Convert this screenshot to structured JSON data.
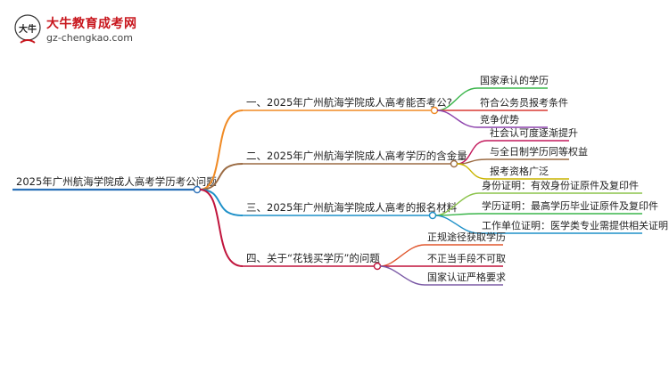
{
  "logo": {
    "glyph": "大牛",
    "title": "大牛教育成考网",
    "url": "gz-chengkao.com"
  },
  "mindmap": {
    "root": "2025年广州航海学院成人高考学历考公问题",
    "branches": [
      {
        "label": "一、2025年广州航海学院成人高考能否考公?",
        "color": "#f08a24",
        "children": [
          {
            "label": "国家承认的学历",
            "color": "#3ab54a"
          },
          {
            "label": "符合公务员报考条件",
            "color": "#d83a34"
          },
          {
            "label": "竞争优势",
            "color": "#8e44ad"
          }
        ]
      },
      {
        "label": "二、2025年广州航海学院成人高考学历的含金量",
        "color": "#9b6b43",
        "children": [
          {
            "label": "社会认可度逐渐提升",
            "color": "#c2185b"
          },
          {
            "label": "与全日制学历同等权益",
            "color": "#9b6b43"
          },
          {
            "label": "报考资格广泛",
            "color": "#c9b400"
          }
        ]
      },
      {
        "label": "三、2025年广州航海学院成人高考的报名材料",
        "color": "#1e90c8",
        "children": [
          {
            "label": "身份证明：有效身份证原件及复印件",
            "color": "#8bc34a"
          },
          {
            "label": "学历证明：最高学历毕业证原件及复印件",
            "color": "#3ab54a"
          },
          {
            "label": "工作单位证明：医学类专业需提供相关证明",
            "color": "#1e90c8"
          }
        ]
      },
      {
        "label": "四、关于“花钱买学历”的问题",
        "color": "#c0143c",
        "children": [
          {
            "label": "正规途径获取学历",
            "color": "#e0562d"
          },
          {
            "label": "不正当手段不可取",
            "color": "#c0143c"
          },
          {
            "label": "国家认证严格要求",
            "color": "#7b5aa6"
          }
        ]
      }
    ],
    "root_color": "#2a70b8"
  }
}
